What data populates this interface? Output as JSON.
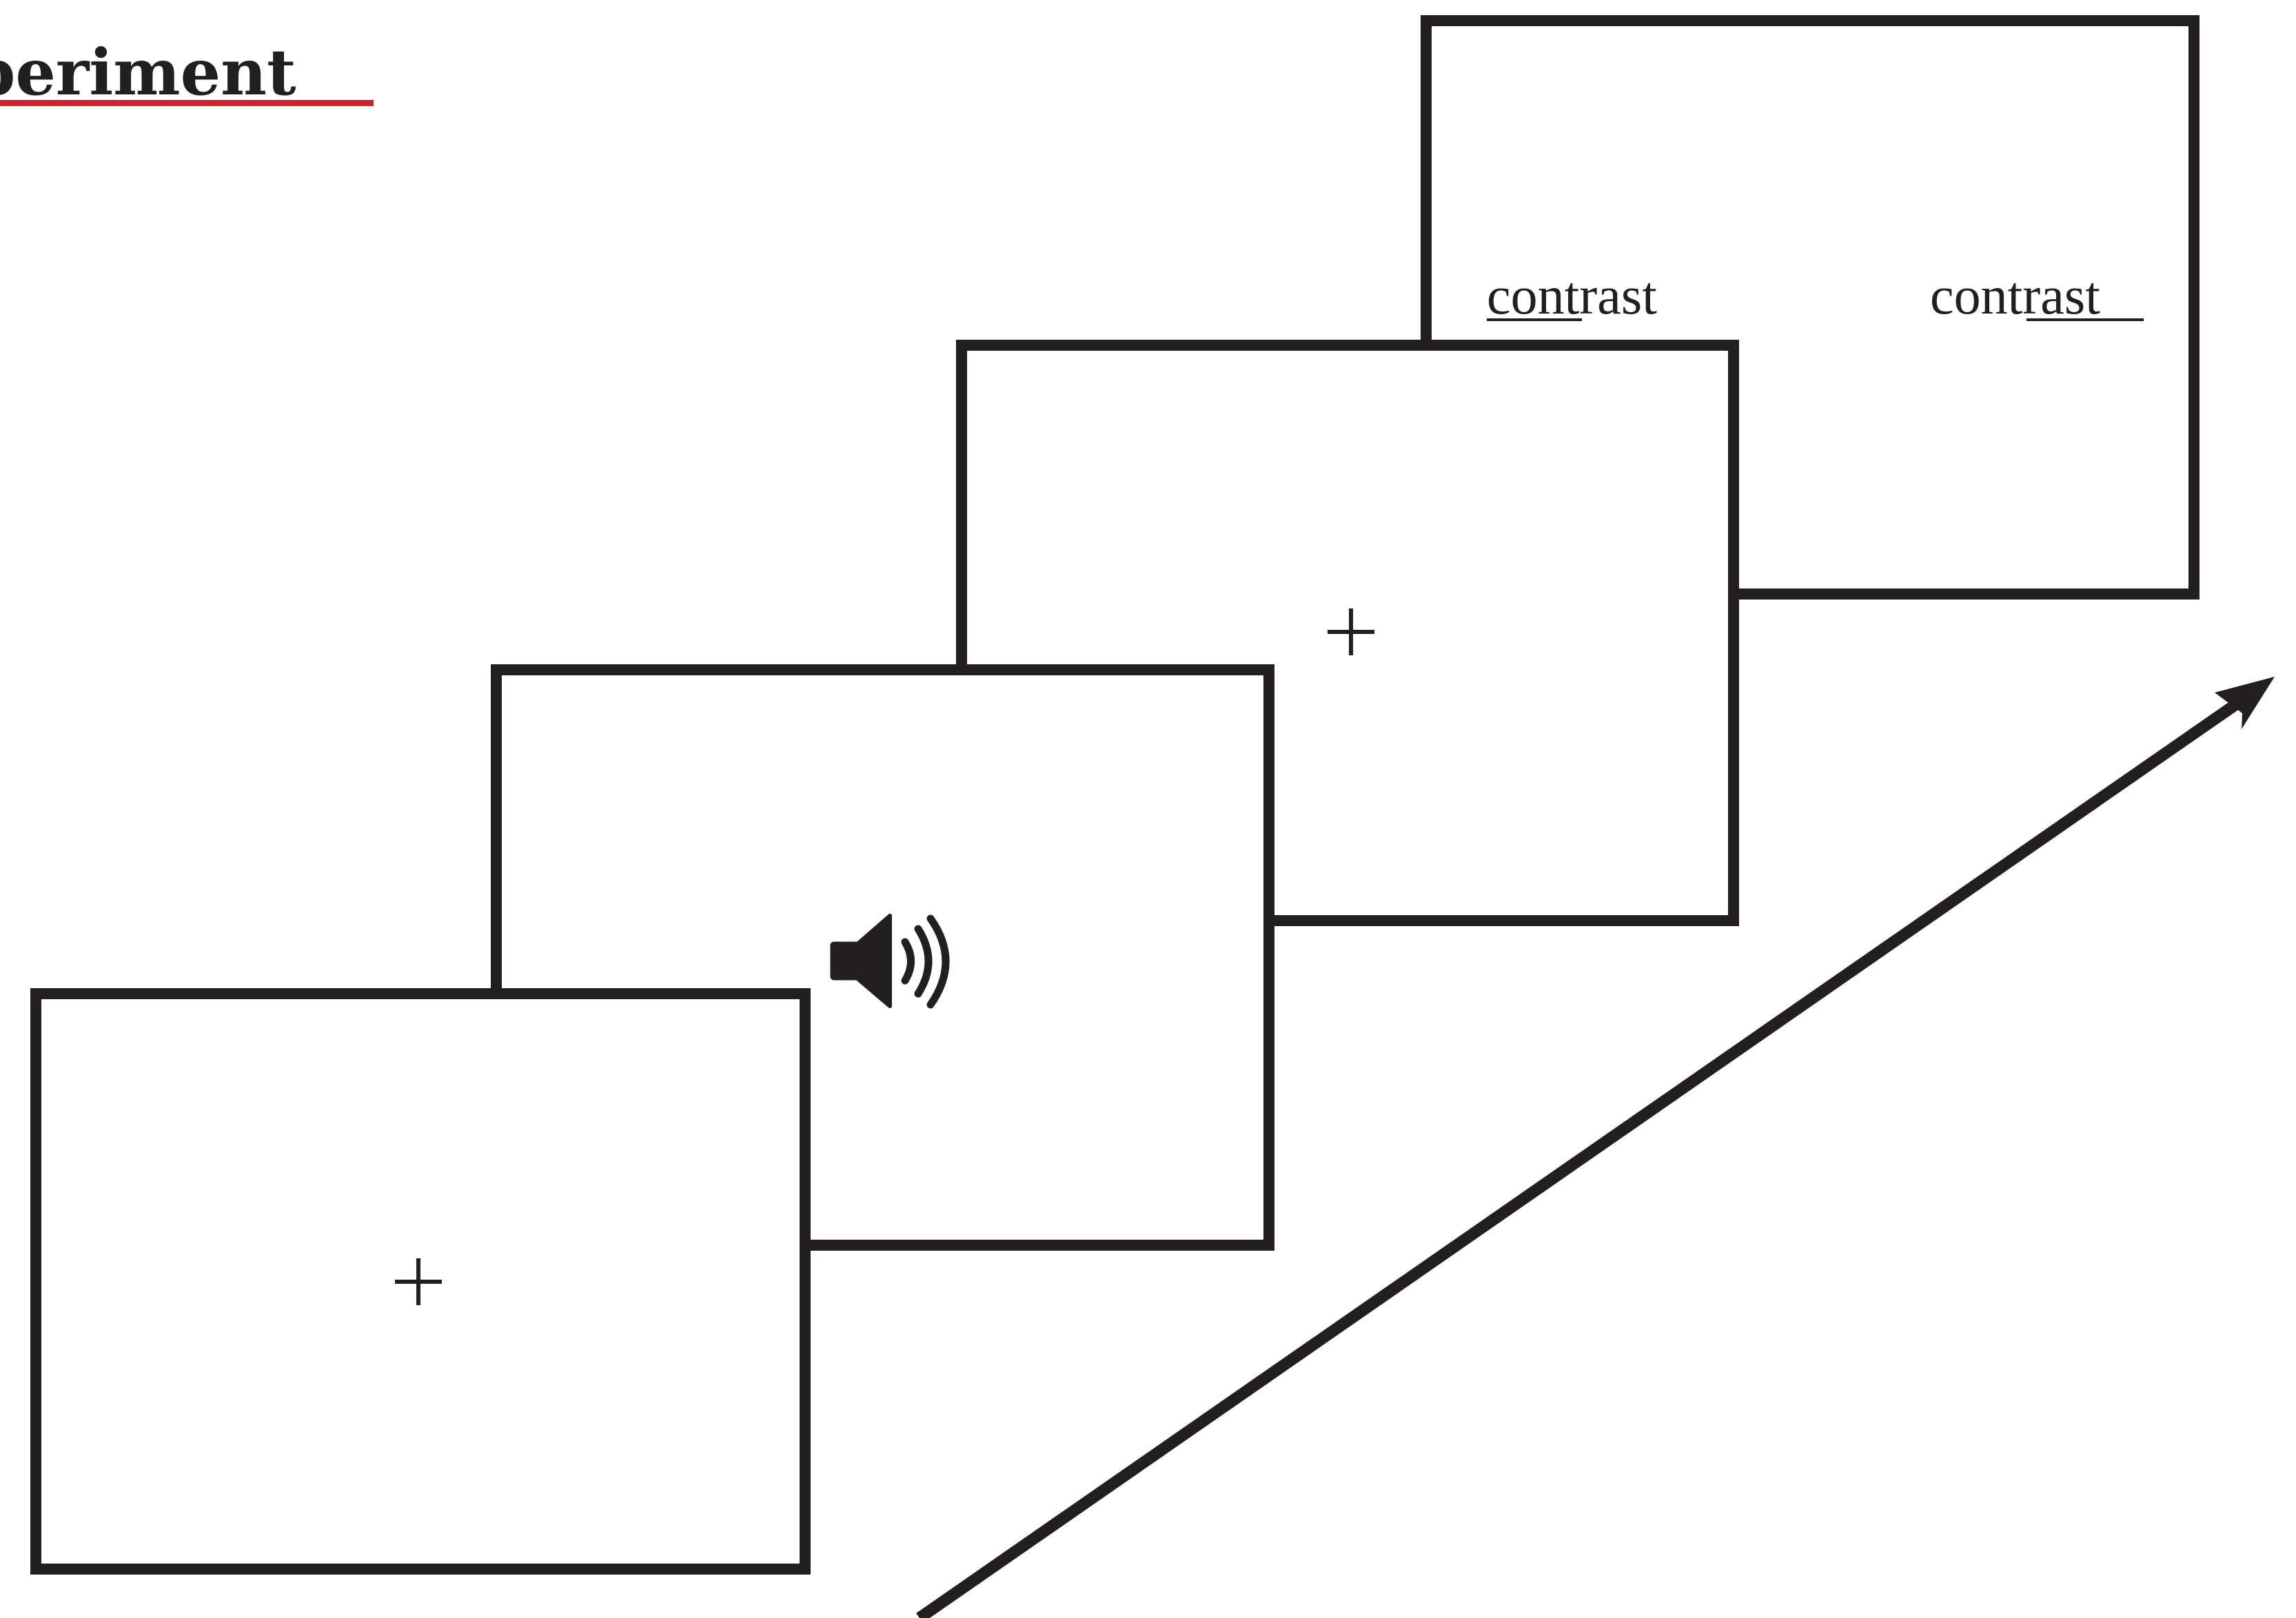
{
  "title": {
    "text": "periment",
    "underline_color": "#d2232a"
  },
  "frames": [
    {
      "id": "frame-1",
      "content": "fixation",
      "symbol": "+"
    },
    {
      "id": "frame-2",
      "content": "audio",
      "icon": "speaker-icon"
    },
    {
      "id": "frame-3",
      "content": "fixation",
      "symbol": "+"
    },
    {
      "id": "frame-4",
      "content": "choice",
      "words": [
        {
          "text": "contrast",
          "underlined_part": "con",
          "stress": "first syllable"
        },
        {
          "text": "contrast",
          "underlined_part": "trast",
          "stress": "second syllable"
        }
      ]
    }
  ],
  "time_arrow": {
    "icon": "arrow-icon"
  },
  "colors": {
    "ink": "#231f20",
    "background": "#ffffff",
    "accent": "#d2232a"
  }
}
